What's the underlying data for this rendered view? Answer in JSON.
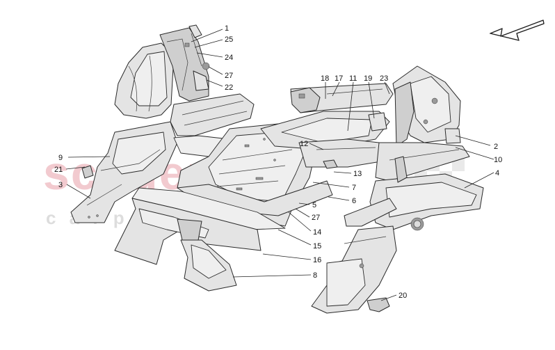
{
  "watermark": {
    "brand": "scuderia",
    "sub": "c a r   p a r t s",
    "brand_color": "#e8a0a8",
    "sub_color": "#d8d8d8"
  },
  "direction_arrow": {
    "icon": "direction-arrow-icon"
  },
  "callouts": [
    "1",
    "25",
    "24",
    "27",
    "22",
    "18",
    "17",
    "11",
    "19",
    "23",
    "2",
    "10",
    "4",
    "9",
    "21",
    "3",
    "12",
    "13",
    "7",
    "6",
    "5",
    "27",
    "14",
    "15",
    "16",
    "8",
    "20"
  ]
}
